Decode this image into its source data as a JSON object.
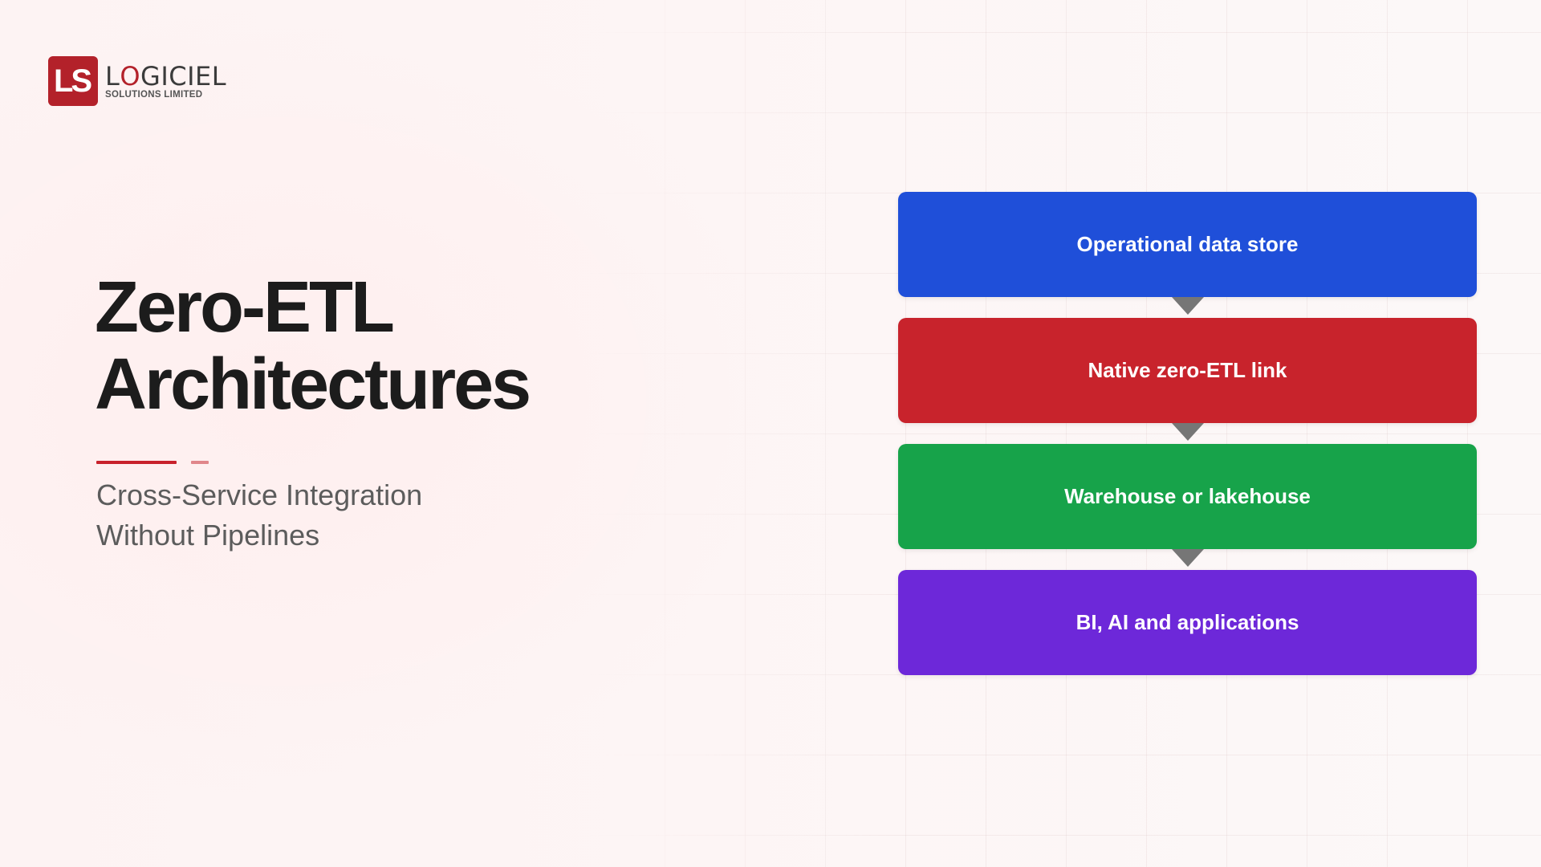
{
  "logo": {
    "mark": "LS",
    "name_first": "L",
    "name_accent": "O",
    "name_rest": "GICIEL",
    "sub": "SOLUTIONS LIMITED"
  },
  "title": {
    "line1": "Zero-ETL",
    "line2": "Architectures"
  },
  "subtitle": {
    "line1": "Cross-Service Integration",
    "line2": "Without Pipelines"
  },
  "flow": {
    "steps": [
      {
        "label": "Operational data store",
        "color": "#1f4fd9"
      },
      {
        "label": "Native zero-ETL link",
        "color": "#c8232c"
      },
      {
        "label": "Warehouse or lakehouse",
        "color": "#17a34a"
      },
      {
        "label": "BI, AI and applications",
        "color": "#6d28d9"
      }
    ],
    "arrow_color": "#767676"
  },
  "colors": {
    "brand": "#b3212a",
    "accent": "#c8222c"
  }
}
